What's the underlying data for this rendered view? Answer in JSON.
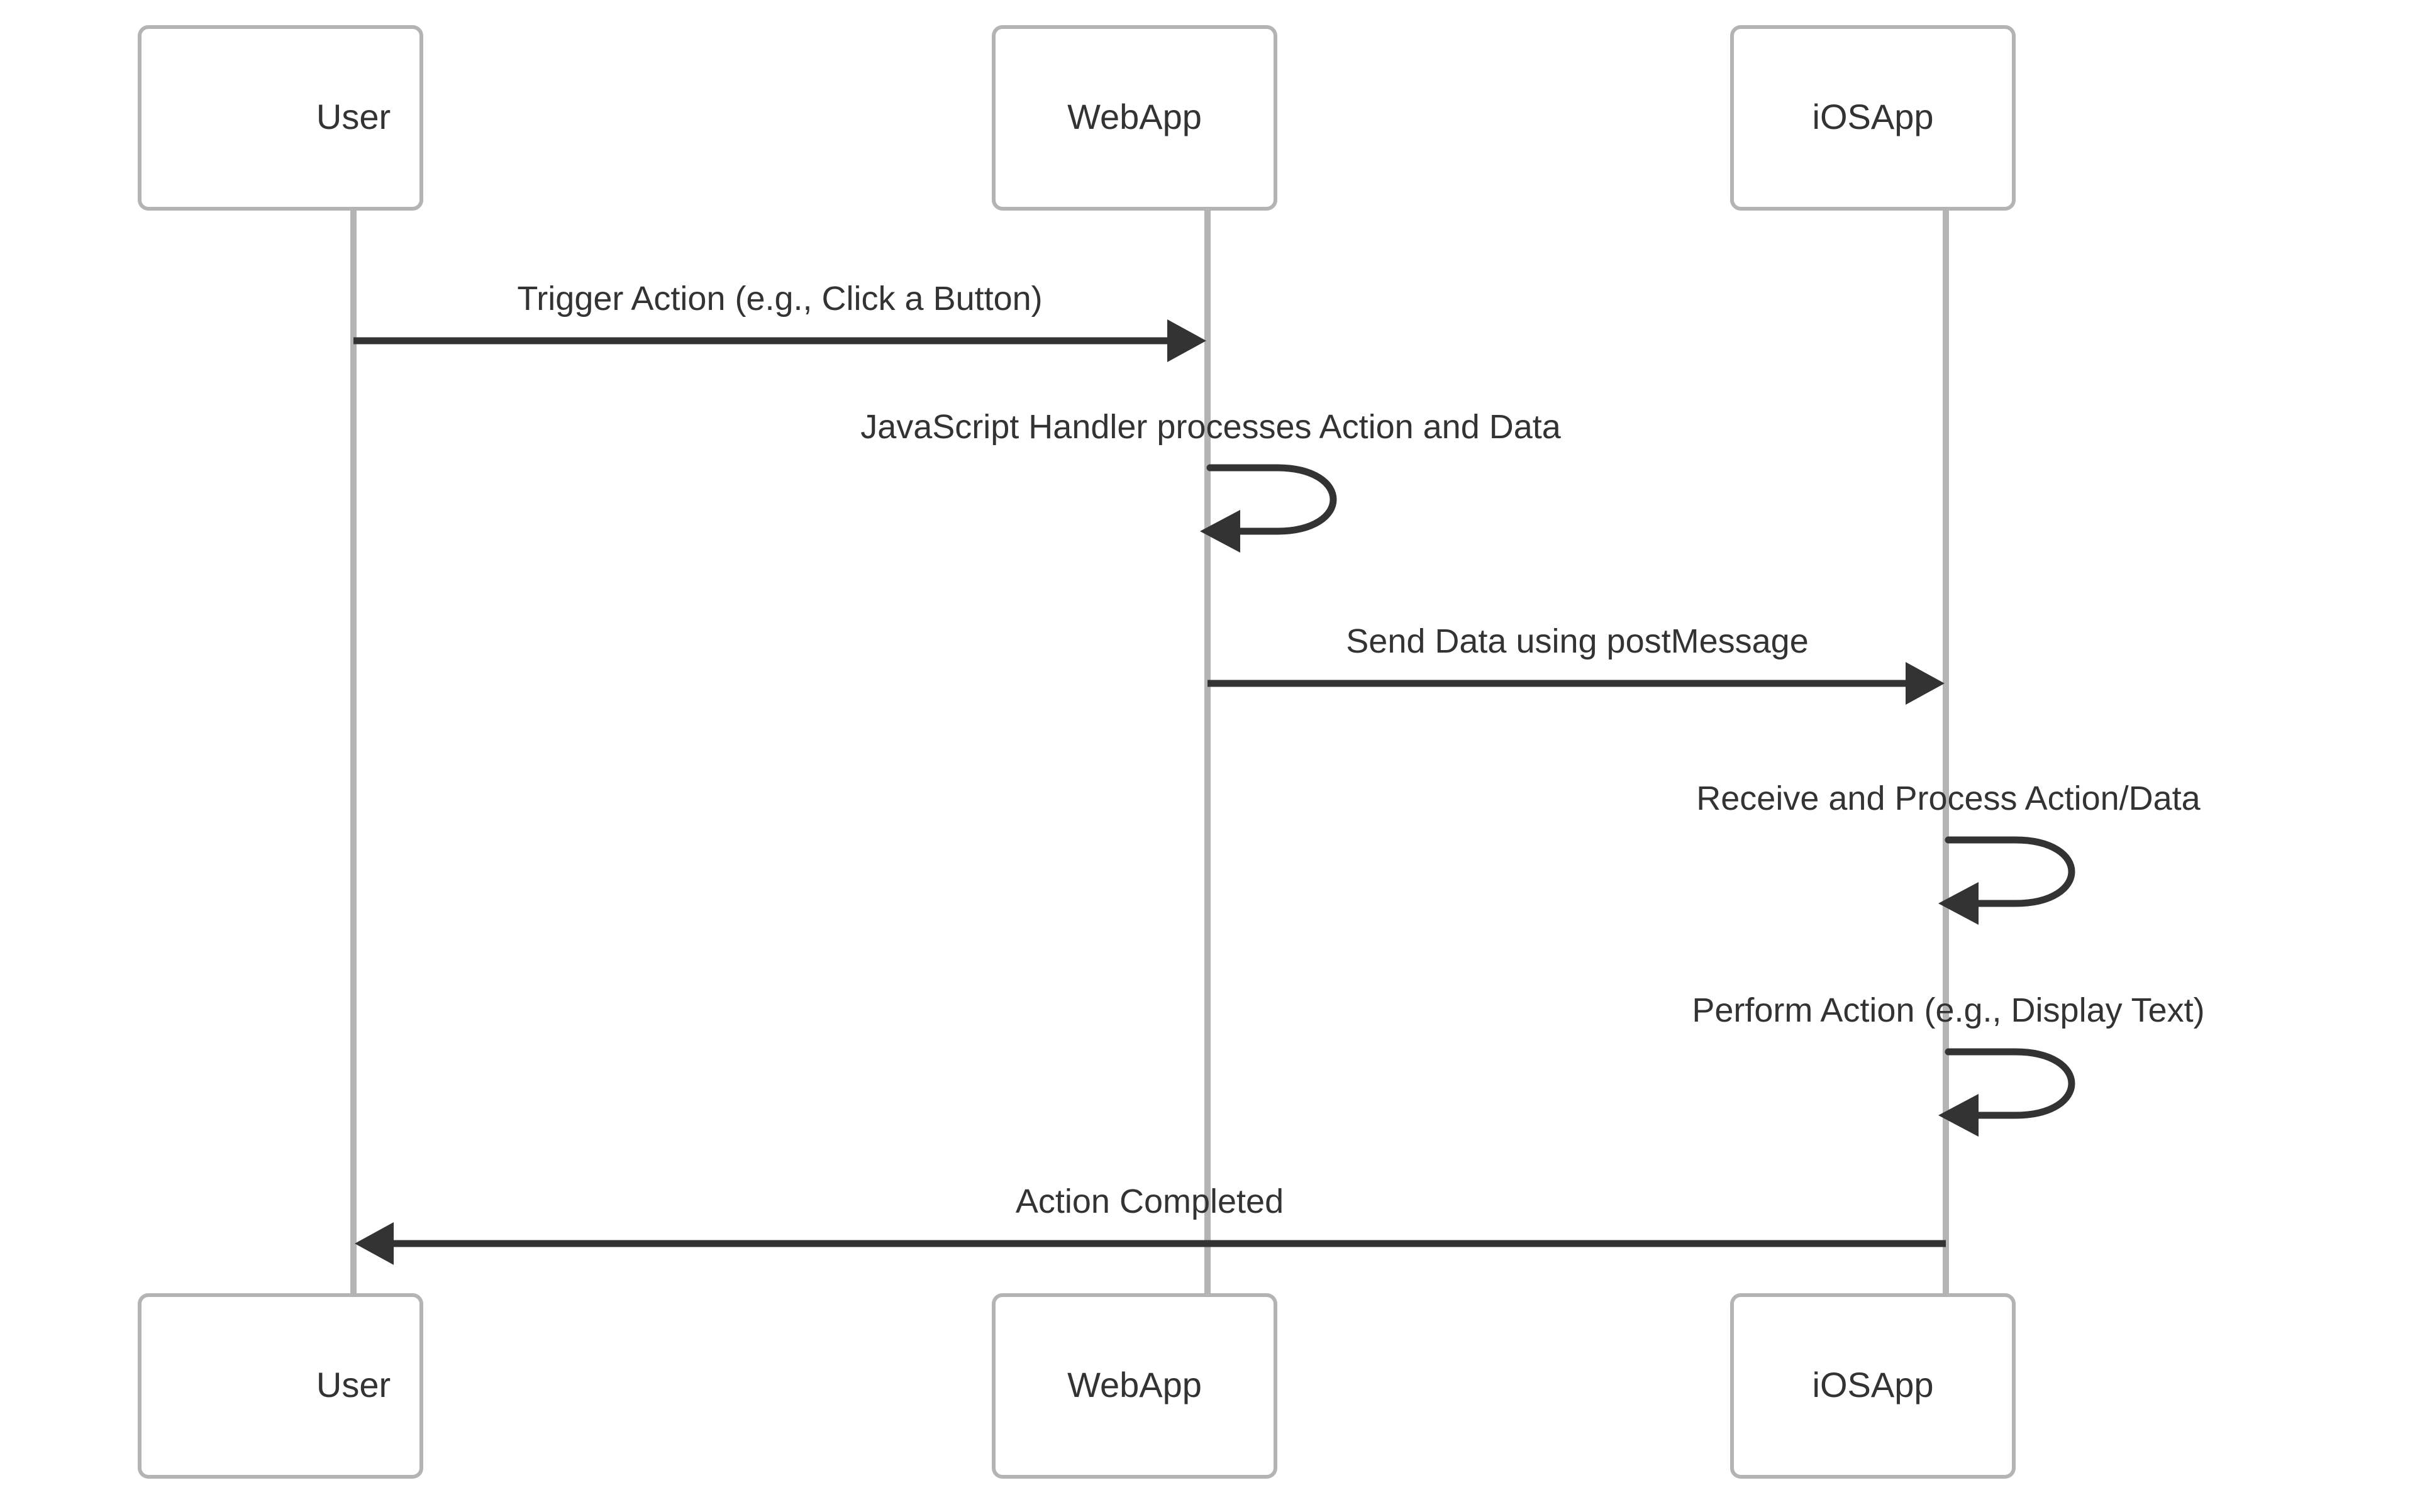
{
  "diagram": {
    "type": "sequence-diagram",
    "title": "",
    "background_color": "#ffffff",
    "actor_box_border_color": "#b4b4b4",
    "lifeline_color": "#b4b4b4",
    "message_color": "#333333",
    "actors": [
      {
        "id": "user",
        "label": "User"
      },
      {
        "id": "webapp",
        "label": "WebApp"
      },
      {
        "id": "iosapp",
        "label": "iOSApp"
      }
    ],
    "actors_bottom": [
      {
        "id": "user-bottom",
        "label": "User"
      },
      {
        "id": "webapp-bottom",
        "label": "WebApp"
      },
      {
        "id": "iosapp-bottom",
        "label": "iOSApp"
      }
    ],
    "messages": [
      {
        "index": 1,
        "from": "user",
        "to": "webapp",
        "label": "Trigger Action (e.g., Click a Button)",
        "kind": "arrow",
        "direction": "right"
      },
      {
        "index": 2,
        "from": "webapp",
        "to": "webapp",
        "label": "JavaScript Handler processes Action and Data",
        "kind": "self-loop",
        "direction": "self"
      },
      {
        "index": 3,
        "from": "webapp",
        "to": "iosapp",
        "label": "Send Data using postMessage",
        "kind": "arrow",
        "direction": "right"
      },
      {
        "index": 4,
        "from": "iosapp",
        "to": "iosapp",
        "label": "Receive and Process Action/Data",
        "kind": "self-loop",
        "direction": "self"
      },
      {
        "index": 5,
        "from": "iosapp",
        "to": "iosapp",
        "label": "Perform Action (e.g., Display Text)",
        "kind": "self-loop",
        "direction": "self"
      },
      {
        "index": 6,
        "from": "iosapp",
        "to": "user",
        "label": "Action Completed",
        "kind": "arrow",
        "direction": "left"
      }
    ]
  }
}
